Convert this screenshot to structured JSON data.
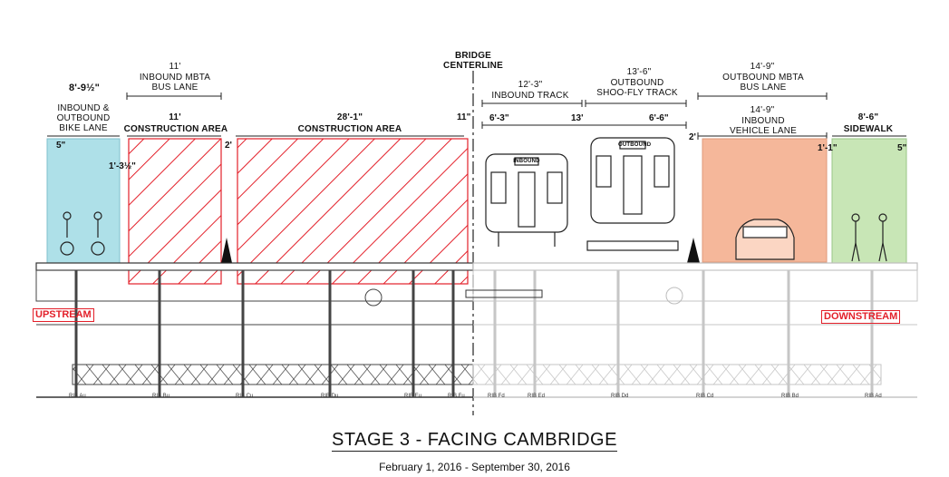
{
  "header": {
    "bridge_centerline": [
      "BRIDGE",
      "CENTERLINE"
    ]
  },
  "zones": {
    "bike": {
      "width": "8'-9½\"",
      "lines": [
        "INBOUND &",
        "OUTBOUND",
        "BIKE LANE"
      ],
      "edge_left": "5\"",
      "edge_right": "1'-3½\""
    },
    "mbta_bus": {
      "width": "11'",
      "lines": [
        "INBOUND MBTA",
        "BUS LANE"
      ]
    },
    "construction_1": {
      "width": "11'",
      "label": "CONSTRUCTION AREA",
      "gap": "2'"
    },
    "construction_2": {
      "width": "28'-1\"",
      "label": "CONSTRUCTION AREA",
      "gap": "11\""
    },
    "inbound_track": {
      "width": "12'-3\"",
      "label": "INBOUND TRACK",
      "sub": "6'-3\""
    },
    "outbound_track": {
      "width": "13'-6\"",
      "lines": [
        "OUTBOUND",
        "SHOO-FLY TRACK"
      ],
      "mid": "13'",
      "sub": "6'-6\"",
      "gap": "2'"
    },
    "outbound_bus": {
      "width": "14'-9\"",
      "lines": [
        "OUTBOUND MBTA",
        "BUS LANE"
      ]
    },
    "inbound_vehicle": {
      "width": "14'-9\"",
      "lines": [
        "INBOUND",
        "VEHICLE LANE"
      ],
      "edge": "1'-1\""
    },
    "sidewalk": {
      "width": "8'-6\"",
      "label": "SIDEWALK",
      "edge": "5\""
    }
  },
  "trains": {
    "inbound_sign": "INBOUND",
    "outbound_sign": "OUTBOUND"
  },
  "tags": {
    "upstream": "UPSTREAM",
    "downstream": "DOWNSTREAM"
  },
  "ribs": [
    "RIB Au",
    "RIB Bu",
    "RIB Cu",
    "RIB Du",
    "RIB Eu",
    "RIB Fu",
    "RIB Fd",
    "RIB Ed",
    "RIB Dd",
    "RIB Cd",
    "RIB Bd",
    "RIB Ad"
  ],
  "title": "STAGE 3 - FACING CAMBRIDGE",
  "date_range": "February 1, 2016 - September 30, 2016",
  "colors": {
    "bike_lane": "#aee0e8",
    "vehicle_lane": "#f5b79a",
    "sidewalk": "#c8e6b6",
    "construction_hatch": "#e3202a",
    "tag_red": "#e3202a"
  }
}
